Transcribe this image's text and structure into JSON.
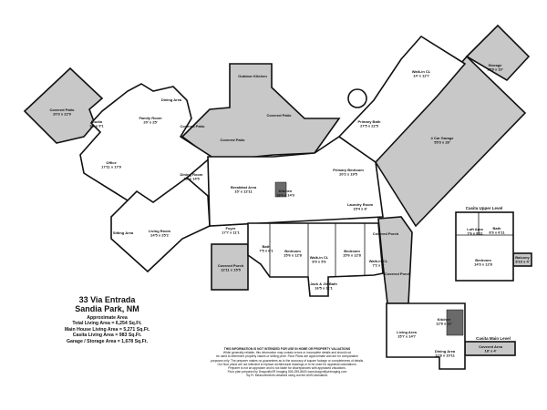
{
  "property": {
    "address": "33 Via Entrada",
    "city": "Sandia Park, NM"
  },
  "area_summary": {
    "heading": "Approximate Area",
    "lines": [
      "Total Living Area = 6,254 Sq.Ft.",
      "Main House Living Area = 5,271 Sq.Ft.",
      "Casita Living Area = 983 Sq.Ft.",
      "Garage / Storage Area = 1,678 Sq.Ft."
    ]
  },
  "disclaimer": [
    "THIS INFORMATION IS NOT INTENDED FOR USE IN HOME OR PROPERTY VALUATIONS",
    "While generally reliable, this information may contain errors or incomplete details and should not",
    "be used to determine property values or selling price. Floor Plans are approximate and are for comparative",
    "purposes only. The preparer makes no guarantees as to the accuracy of square footage or completeness of details.",
    "Our floor plans are not intended to replace architectural drawings or to be used for appraisal calculations.",
    "Preparer is not an appraiser and is not liable for discrepancies with appraised valuations.",
    "Floor plan prepared by DragonflyVR Imaging 505-259-8600 www.dragonflyvrimaging.com",
    "Sq.Ft. Measurements obtained using current ANSI standards."
  ],
  "levels": {
    "casita_upper": "Casita Upper Level",
    "casita_main": "Casita Main Level"
  },
  "rooms": [
    {
      "name": "Covered Patio",
      "dims": "20'3 x 22'9"
    },
    {
      "name": "Studio",
      "dims": "9'9 x 9'1"
    },
    {
      "name": "Family Room",
      "dims": "20' x 25'"
    },
    {
      "name": "Dining Area",
      "dims": ""
    },
    {
      "name": "Office",
      "dims": "17'11 x 17'9"
    },
    {
      "name": "Covered Patio",
      "dims": ""
    },
    {
      "name": "Covered Patio",
      "dims": ""
    },
    {
      "name": "Covered Patio",
      "dims": ""
    },
    {
      "name": "Outdoor Kitchen",
      "dims": ""
    },
    {
      "name": "Dining Room",
      "dims": "18' x 14'5"
    },
    {
      "name": "Breakfast Area",
      "dims": "15' x 12'11"
    },
    {
      "name": "Kitchen",
      "dims": "18'4 x 14'3"
    },
    {
      "name": "Primary Bedroom",
      "dims": "20'2 x 19'5"
    },
    {
      "name": "Primary Bath",
      "dims": "27'5 x 22'5"
    },
    {
      "name": "Walk-in CL",
      "dims": "14' x 12'7"
    },
    {
      "name": "4 Car Garage",
      "dims": "55'3 x 28'"
    },
    {
      "name": "Storage",
      "dims": "15'9 x 10'"
    },
    {
      "name": "Laundry Room",
      "dims": "15'4 x 8'"
    },
    {
      "name": "Living Room",
      "dims": "24'5 x 25'2"
    },
    {
      "name": "Sitting Area",
      "dims": ""
    },
    {
      "name": "Foyer",
      "dims": "17'7 x 11'1"
    },
    {
      "name": "Covered Porch",
      "dims": "12'11 x 15'5"
    },
    {
      "name": "Bath",
      "dims": "7'5 x 6'1"
    },
    {
      "name": "Bedroom",
      "dims": "15'6 x 12'8"
    },
    {
      "name": "Walk-in CL",
      "dims": "8'9 x 5'6"
    },
    {
      "name": "Jack & Jill Bath",
      "dims": "16'5 x 11'1"
    },
    {
      "name": "Bedroom",
      "dims": "15'6 x 12'8"
    },
    {
      "name": "Walk-in CL",
      "dims": "7'2 x 8'"
    },
    {
      "name": "Covered Porch",
      "dims": ""
    },
    {
      "name": "Covered Porch",
      "dims": ""
    },
    {
      "name": "Loft Area",
      "dims": "7'6 x 8'11"
    },
    {
      "name": "Bath",
      "dims": "8'3 x 6'11"
    },
    {
      "name": "Bedroom",
      "dims": "14'3 x 12'8"
    },
    {
      "name": "Balcony",
      "dims": "8'10 x 4'"
    },
    {
      "name": "Kitchen",
      "dims": "12'8 x 12'"
    },
    {
      "name": "Living Area",
      "dims": "15'7 x 14'7"
    },
    {
      "name": "Dining Area",
      "dims": "12'8 x 10'11"
    },
    {
      "name": "Covered Area",
      "dims": "18' x 4'"
    }
  ]
}
